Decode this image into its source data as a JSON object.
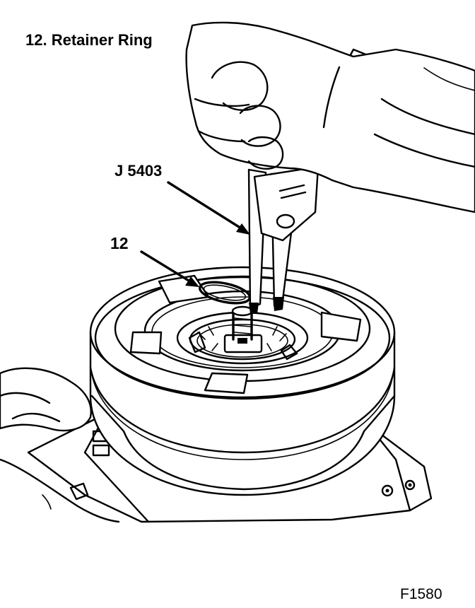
{
  "figure": {
    "caption": "12.  Retainer Ring",
    "figure_id": "F1580"
  },
  "callouts": {
    "tool": "J 5403",
    "part": "12"
  },
  "colors": {
    "ink": "#000000",
    "paper": "#ffffff"
  }
}
